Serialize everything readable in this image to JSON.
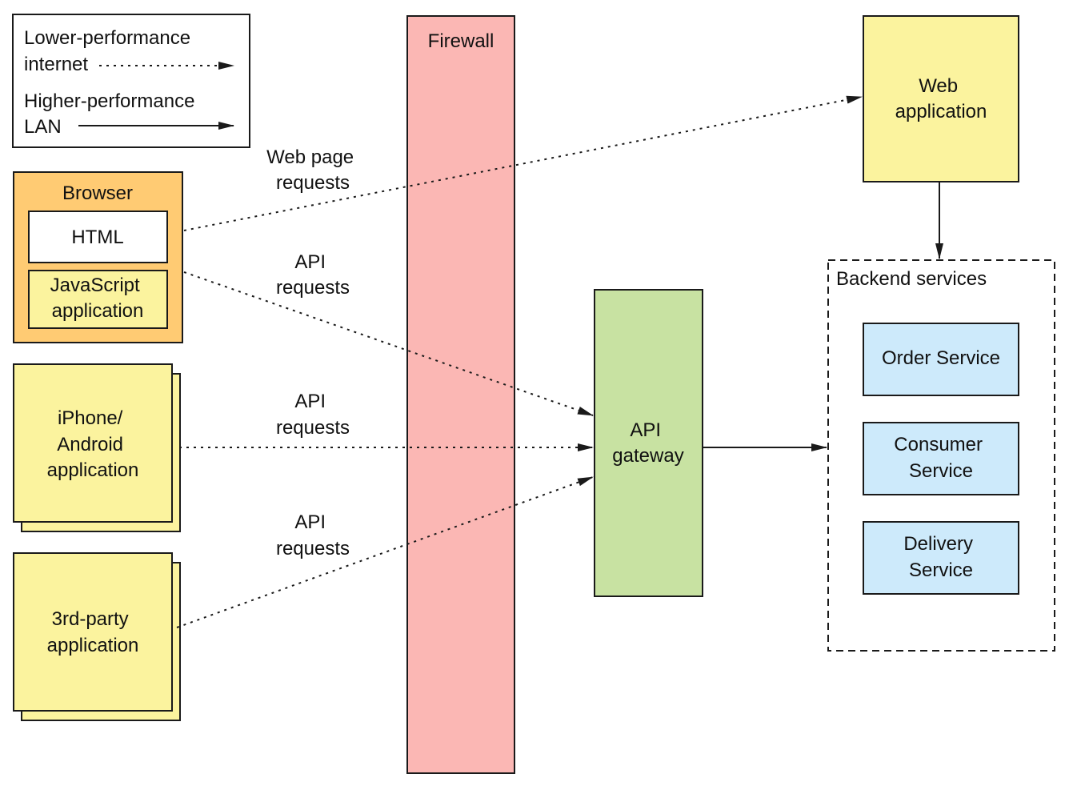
{
  "legend": {
    "internet_line1": "Lower-performance",
    "internet_line2": "internet",
    "lan_line1": "Higher-performance",
    "lan_line2": "LAN"
  },
  "colors": {
    "browser": "#ffcb73",
    "yellow": "#fbf39e",
    "firewall": "#fbb7b4",
    "gateway": "#c8e2a2",
    "service": "#cdeafb",
    "white": "#ffffff"
  },
  "nodes": {
    "firewall": "Firewall",
    "browser": "Browser",
    "html": "HTML",
    "js_app": [
      "JavaScript",
      "application"
    ],
    "mobile_app": [
      "iPhone/",
      "Android",
      "application"
    ],
    "third_party_app": [
      "3rd-party",
      "application"
    ],
    "web_app": [
      "Web",
      "application"
    ],
    "api_gateway": [
      "API",
      "gateway"
    ],
    "backend_services": "Backend services",
    "order_service": "Order Service",
    "consumer_service": [
      "Consumer",
      "Service"
    ],
    "delivery_service": [
      "Delivery",
      "Service"
    ]
  },
  "edge_labels": {
    "web_page_requests": [
      "Web page",
      "requests"
    ],
    "api_requests_browser": [
      "API",
      "requests"
    ],
    "api_requests_mobile": [
      "API",
      "requests"
    ],
    "api_requests_third_party": [
      "API",
      "requests"
    ]
  }
}
